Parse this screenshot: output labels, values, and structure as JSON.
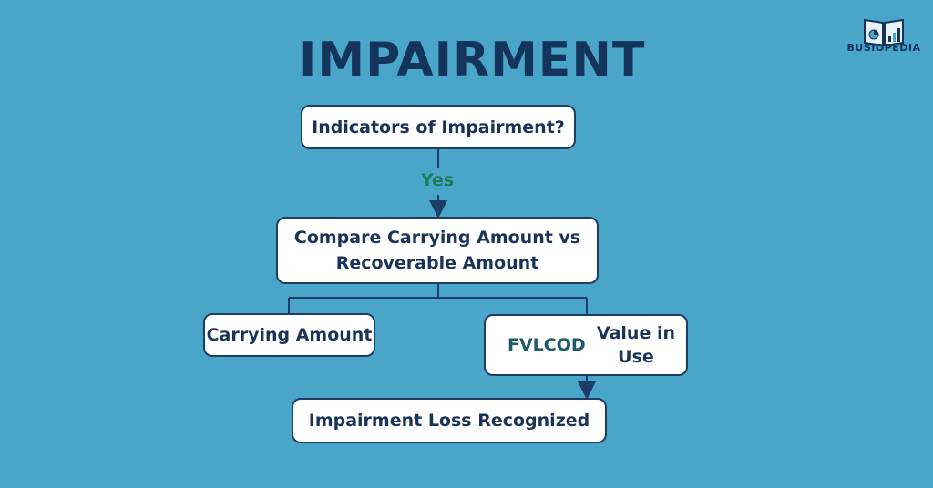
{
  "title": "IMPAIRMENT",
  "brand": {
    "name": "BUSIOPEDIA"
  },
  "nodes": {
    "indicators": "Indicators of Impairment?",
    "compare_line1": "Compare Carrying Amount vs",
    "compare_line2": "Recoverable Amount",
    "carrying": "Carrying Amount",
    "fvlcod": "FVLCOD",
    "value_in_use_line1": "Value in",
    "value_in_use_line2": "Use",
    "loss": "Impairment Loss Recognized"
  },
  "edges": {
    "yes_label": "Yes"
  },
  "colors": {
    "background": "#4aa6c8",
    "title": "#15345c",
    "border": "#1b3d66",
    "yes": "#1e7a5c"
  }
}
